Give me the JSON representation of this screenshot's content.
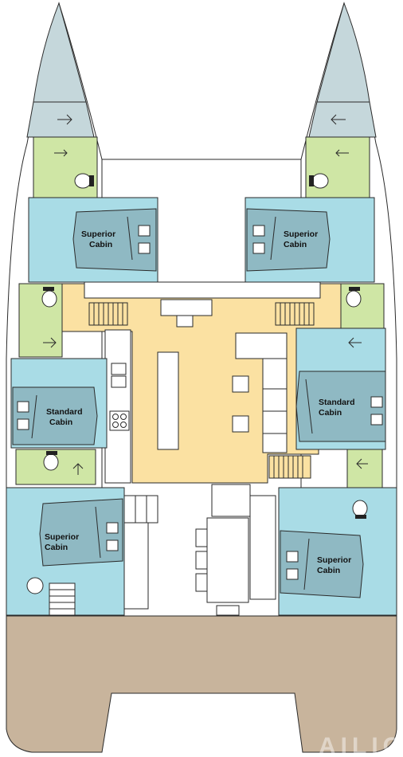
{
  "cabins": {
    "top_left": {
      "line1": "Superior",
      "line2": "Cabin"
    },
    "top_right": {
      "line1": "Superior",
      "line2": "Cabin"
    },
    "mid_left": {
      "line1": "Standard",
      "line2": "Cabin"
    },
    "mid_right": {
      "line1": "Standard",
      "line2": "Cabin"
    },
    "bottom_left": {
      "line1": "Superior",
      "line2": "Cabin"
    },
    "bottom_right": {
      "line1": "Superior",
      "line2": "Cabin"
    }
  },
  "watermark": "AILIC",
  "colors": {
    "cabin": "#a9dce6",
    "bed": "#8fb9c3",
    "head": "#cfe6a5",
    "bow": "#c5d7db",
    "saloon": "#fbe1a2",
    "cockpit": "#c8b49c",
    "outline": "#2a2a2a"
  }
}
